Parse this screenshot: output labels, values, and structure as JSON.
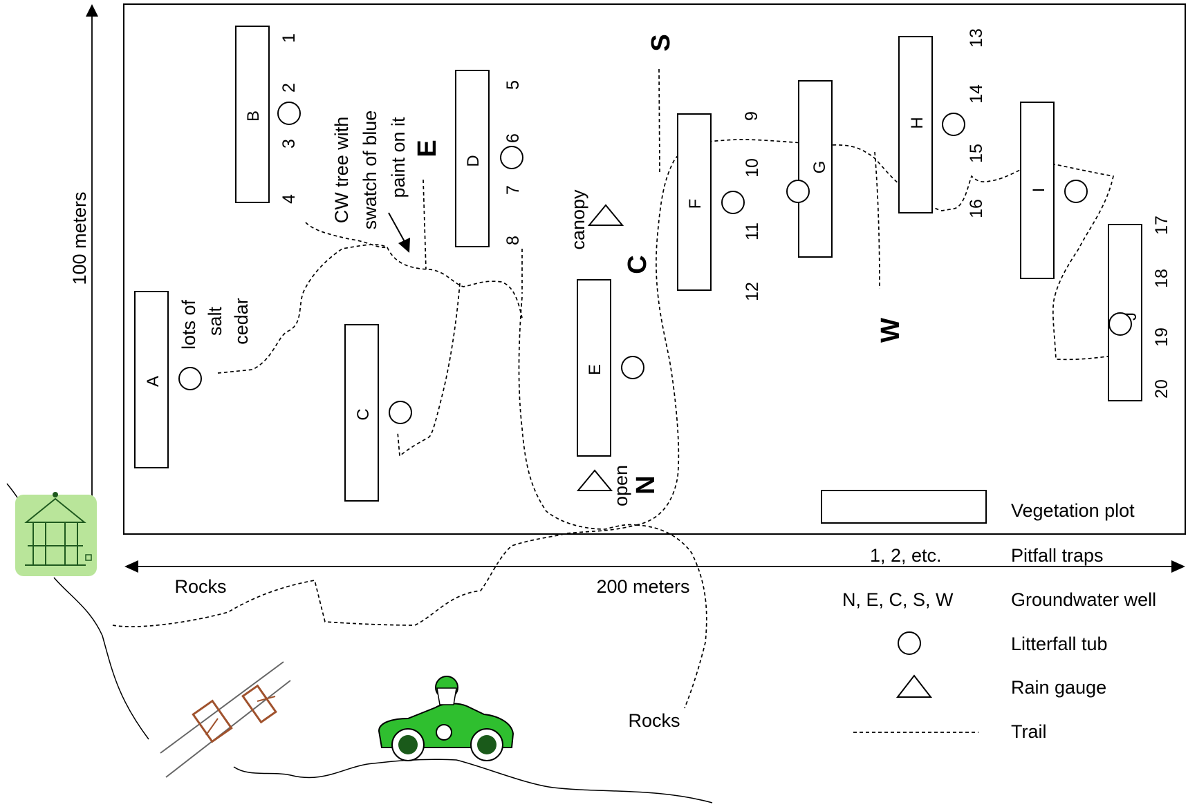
{
  "axes": {
    "vertical_label": "100 meters",
    "horizontal_label": "200 meters"
  },
  "plots": [
    "A",
    "B",
    "C",
    "D",
    "E",
    "F",
    "G",
    "H",
    "I",
    "J"
  ],
  "pitfall_traps": [
    "1",
    "2",
    "3",
    "4",
    "5",
    "6",
    "7",
    "8",
    "9",
    "10",
    "11",
    "12",
    "13",
    "14",
    "15",
    "16",
    "17",
    "18",
    "19",
    "20"
  ],
  "wells": [
    "N",
    "E",
    "C",
    "S",
    "W"
  ],
  "gauges": [
    "canopy",
    "open"
  ],
  "annotations": {
    "salt_cedar": [
      "lots of",
      "salt",
      "cedar"
    ],
    "cw_tree": [
      "CW tree with",
      "swatch of blue",
      "paint on it"
    ],
    "rocks_left": "Rocks",
    "rocks_bottom": "Rocks"
  },
  "legend": {
    "vegetation_plot": "Vegetation plot",
    "pitfall_symbol": "1, 2,  etc.",
    "pitfall_label": "Pitfall traps",
    "well_symbol": "N, E, C, S, W",
    "well_label": "Groundwater well",
    "tub_label": "Litterfall tub",
    "gauge_label": "Rain gauge",
    "trail_label": "Trail"
  },
  "colors": {
    "car_body": "#2fbf2f",
    "gazebo_bg": "#b9e59a",
    "bridge": "#a0522d",
    "line": "#000000"
  }
}
